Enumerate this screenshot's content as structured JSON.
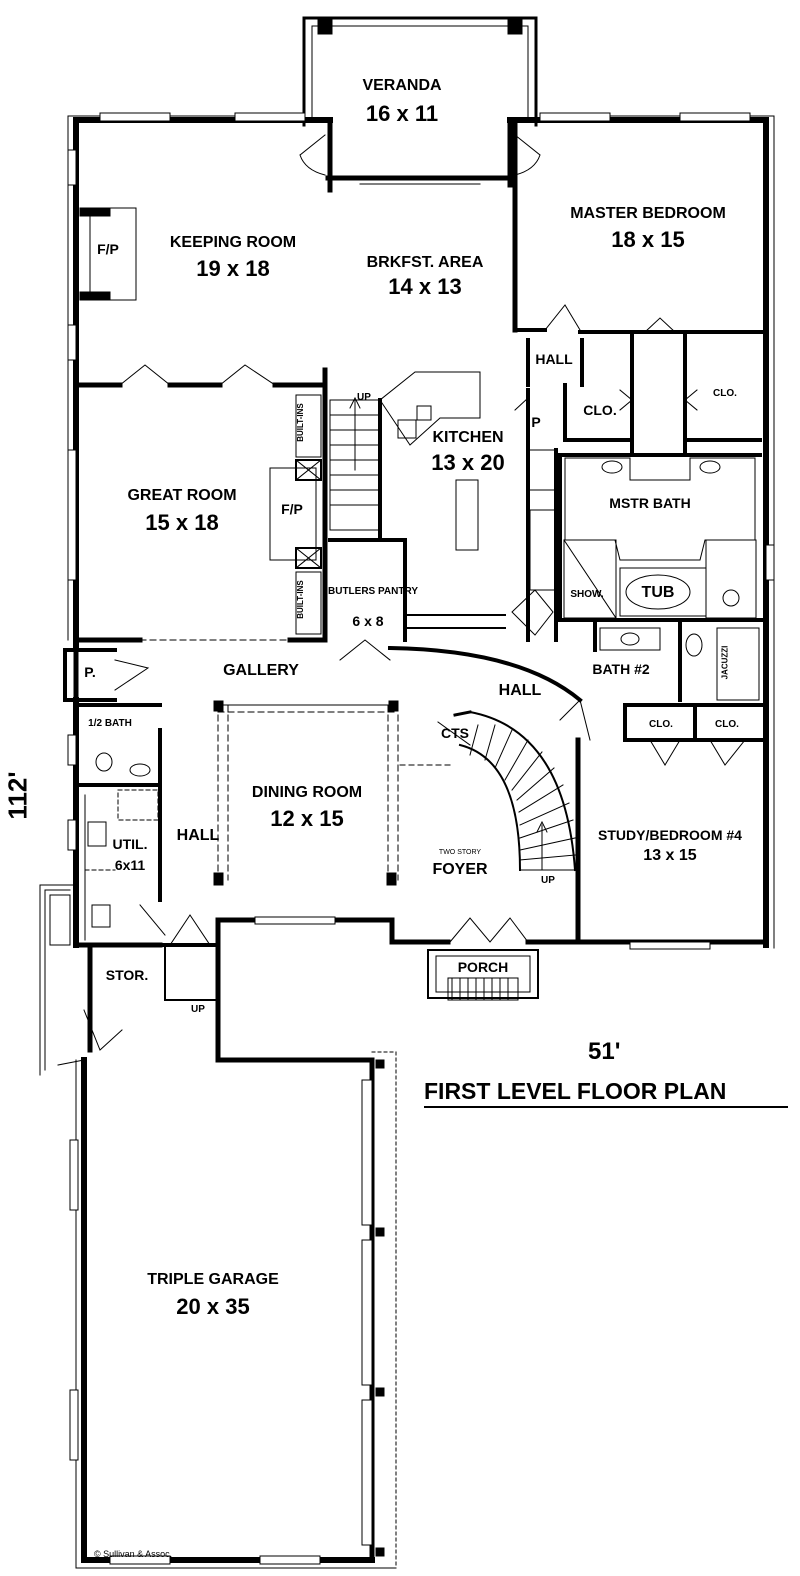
{
  "plan_title": "FIRST LEVEL FLOOR PLAN",
  "dimensions": {
    "width": "51'",
    "depth": "112'"
  },
  "copyright": "© Sullivan & Assoc.",
  "rooms": {
    "veranda": {
      "name": "VERANDA",
      "size": "16 x 11"
    },
    "master_bedroom": {
      "name": "MASTER BEDROOM",
      "size": "18 x 15"
    },
    "keeping_room": {
      "name": "KEEPING ROOM",
      "size": "19 x 18"
    },
    "breakfast_area": {
      "name": "BRKFST. AREA",
      "size": "14 x 13"
    },
    "kitchen": {
      "name": "KITCHEN",
      "size": "13 x 20"
    },
    "great_room": {
      "name": "GREAT ROOM",
      "size": "15 x 18"
    },
    "butlers_pantry": {
      "name": "BUTLERS PANTRY",
      "size": "6 x 8"
    },
    "master_bath": {
      "name": "MSTR BATH"
    },
    "tub": {
      "name": "TUB"
    },
    "bath2": {
      "name": "BATH #2"
    },
    "dining_room": {
      "name": "DINING ROOM",
      "size": "12 x 15"
    },
    "study": {
      "name": "STUDY/BEDROOM #4",
      "size": "13 x 15"
    },
    "foyer": {
      "name": "FOYER",
      "note": "TWO STORY"
    },
    "porch": {
      "name": "PORCH"
    },
    "utility": {
      "name": "UTIL.",
      "size": "6x11"
    },
    "half_bath": {
      "name": "1/2 BATH"
    },
    "storage": {
      "name": "STOR."
    },
    "garage": {
      "name": "TRIPLE GARAGE",
      "size": "20 x 35"
    }
  },
  "labels": {
    "fireplace": "F/P",
    "hall": "HALL",
    "closet": "CLO.",
    "closet_small": "CLO.",
    "pantry": "P",
    "pantry_dot": "P.",
    "gallery": "GALLERY",
    "cts": "CTS",
    "up": "UP",
    "built_ins": "BUILT-INS",
    "shower": "SHOW.",
    "jacuzzi": "JACUZZI"
  }
}
